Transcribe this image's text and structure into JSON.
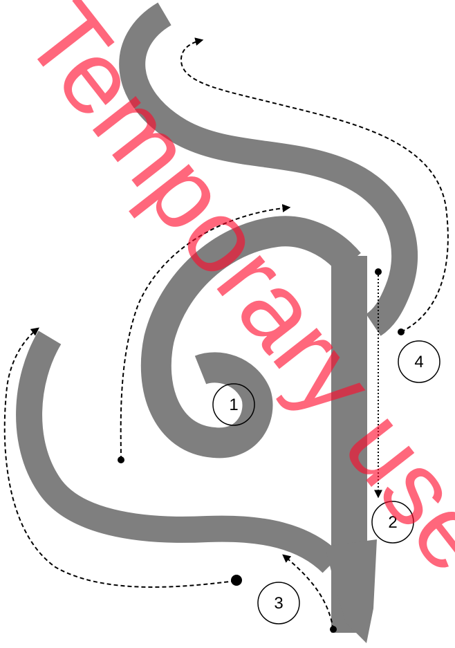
{
  "diagram": {
    "labels": [
      "1",
      "2",
      "3",
      "4"
    ]
  },
  "watermark": {
    "text": "Temporary use",
    "color": "#ff0a2c"
  },
  "colors": {
    "shape": "#7f7f7f",
    "line": "#000000",
    "background": "#ffffff"
  }
}
